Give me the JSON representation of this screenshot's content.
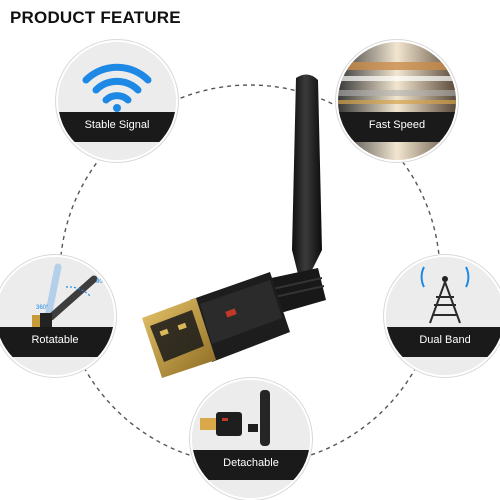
{
  "header": {
    "title": "PRODUCT FEATURE"
  },
  "features": [
    {
      "label": "Stable Signal",
      "icon": "wifi-icon"
    },
    {
      "label": "Fast Speed",
      "icon": "speed-icon"
    },
    {
      "label": "Rotatable",
      "icon": "rotate-icon",
      "angle_left": "360°",
      "angle_right": "90°"
    },
    {
      "label": "Dual Band",
      "icon": "tower-icon"
    },
    {
      "label": "Detachable",
      "icon": "detach-icon"
    }
  ],
  "colors": {
    "accent": "#1e88e5",
    "band": "#1a1a1a",
    "ring": "#cccccc"
  }
}
